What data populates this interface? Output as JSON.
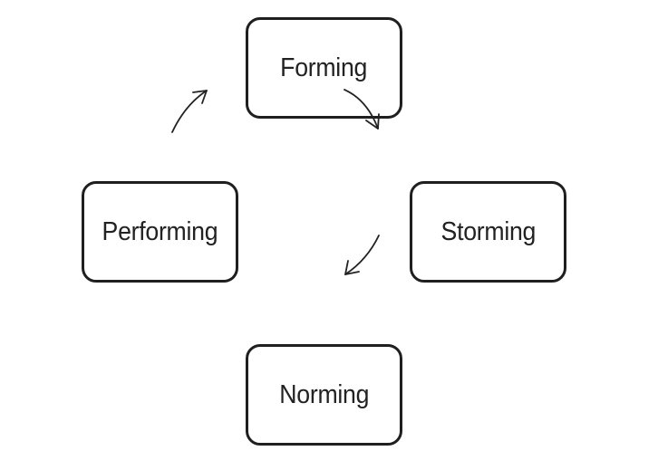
{
  "diagram": {
    "stages": {
      "forming": "Forming",
      "storming": "Storming",
      "norming": "Norming",
      "performing": "Performing"
    }
  }
}
